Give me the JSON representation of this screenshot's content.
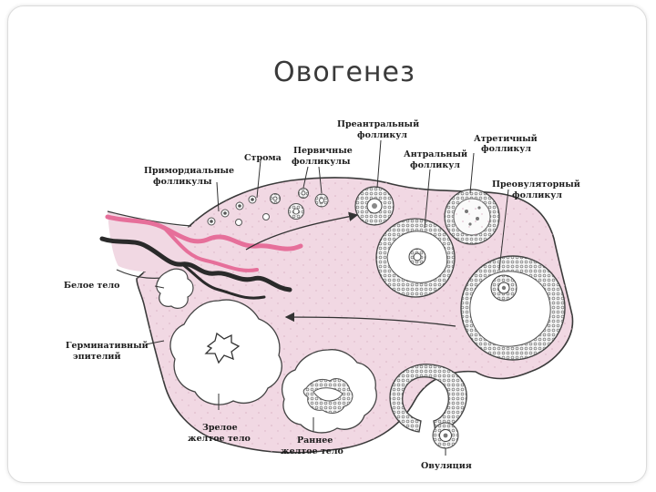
{
  "slide": {
    "title": "Овогенез"
  },
  "diagram": {
    "labels": {
      "preantral_1": "Преантральный",
      "preantral_2": "фолликул",
      "atretic_1": "Атретичный",
      "atretic_2": "фолликул",
      "primary_1": "Первичные",
      "primary_2": "фолликулы",
      "stroma": "Строма",
      "antral_1": "Антральный",
      "antral_2": "фолликул",
      "primordial_1": "Примордиальные",
      "primordial_2": "фолликулы",
      "preovulatory_1": "Преовуляторный",
      "preovulatory_2": "фолликул",
      "white_body": "Белое тело",
      "germinal_1": "Герминативный",
      "germinal_2": "эпителий",
      "mature_cl_1": "Зрелое",
      "mature_cl_2": "желтое тело",
      "early_cl_1": "Раннее",
      "early_cl_2": "желтое тело",
      "ovulation": "Овуляция"
    },
    "colors": {
      "ovary_fill": "#f1d8e3",
      "ovary_outline": "#3a3a3a",
      "vessel_pink": "#e66f9a",
      "vessel_dark": "#2a2a2a",
      "follicle_cells": "#9a9a9a"
    }
  }
}
